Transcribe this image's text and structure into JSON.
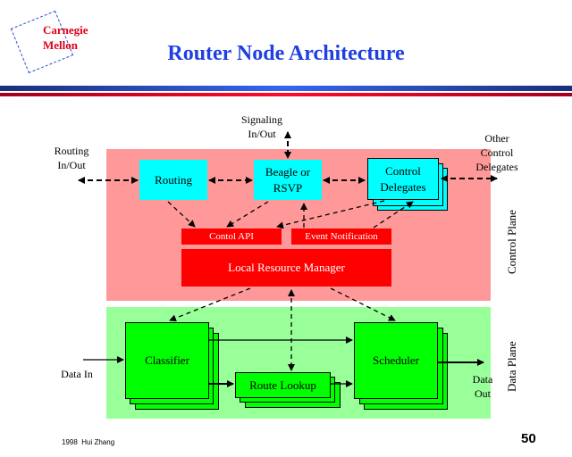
{
  "logo": {
    "line1": "Carnegie",
    "line2": "Mellon"
  },
  "title": "Router Node Architecture",
  "colors": {
    "title": "#1f3fe0",
    "logo_text": "#e0001b",
    "control_plane": "#ff9999",
    "data_plane": "#99ff99",
    "control_module": "#00ffff",
    "resource_manager": "#ff0000",
    "data_module": "#00ff00"
  },
  "control_plane": {
    "label": "Control Plane",
    "modules": {
      "routing": "Routing",
      "beagle": {
        "line1": "Beagle or",
        "line2": "RSVP"
      },
      "delegates": {
        "line1": "Control",
        "line2": "Delegates"
      }
    },
    "control_api": "Contol API",
    "event_notification": "Event Notification",
    "local_resource_manager": "Local Resource Manager"
  },
  "data_plane": {
    "label": "Data Plane",
    "classifier": "Classifier",
    "route_lookup": "Route Lookup",
    "scheduler": "Scheduler"
  },
  "external": {
    "routing_io": {
      "line1": "Routing",
      "line2": "In/Out"
    },
    "signaling_io": {
      "line1": "Signaling",
      "line2": "In/Out"
    },
    "other_delegates": {
      "line1": "Other",
      "line2": "Control",
      "line3": "Delegates"
    },
    "data_in": "Data In",
    "data_out": {
      "line1": "Data",
      "line2": "Out"
    }
  },
  "footer": {
    "copyright": "1998  Hui Zhang",
    "page_number": "50"
  }
}
